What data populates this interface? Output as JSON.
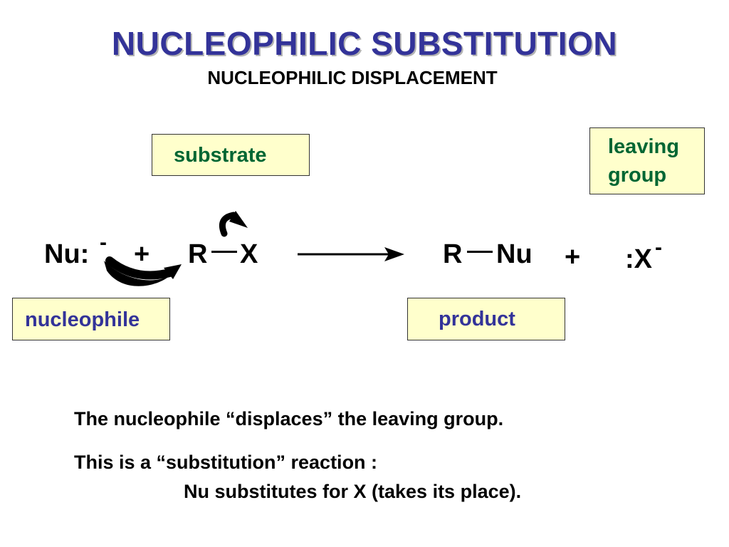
{
  "title": "NUCLEOPHILIC SUBSTITUTION",
  "subtitle": "NUCLEOPHILIC DISPLACEMENT",
  "labels": {
    "substrate": "substrate",
    "leaving_group_line1": "leaving",
    "leaving_group_line2": "group",
    "nucleophile": "nucleophile",
    "product": "product"
  },
  "equation": {
    "nu": "Nu:",
    "nu_charge": "-",
    "plus1": "+",
    "r1": "R",
    "x1": "X",
    "r2": "R",
    "nu2": "Nu",
    "plus2": "+",
    "x_ion": ":X",
    "x_charge": "-"
  },
  "notes": {
    "line1": "The nucleophile “displaces” the leaving group.",
    "line2": "This is a “substitution” reaction :",
    "line3": "Nu substitutes for X (takes its place)."
  },
  "colors": {
    "title": "#333399",
    "box_fill": "#ffffcc",
    "green_label": "#006633",
    "blue_label": "#333399"
  }
}
